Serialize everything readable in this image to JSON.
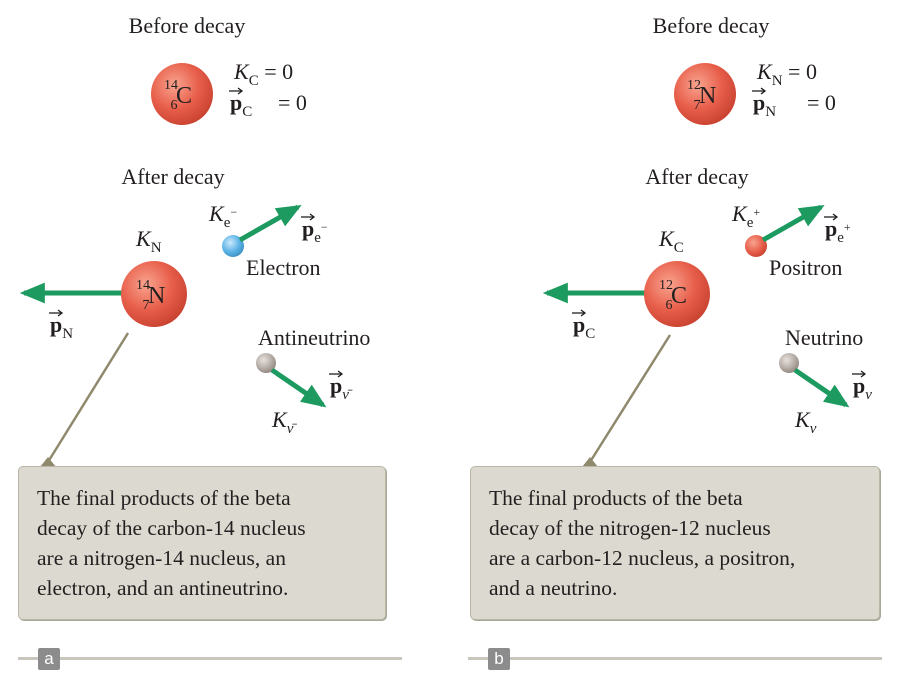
{
  "colors": {
    "arrow": "#1d9a5f",
    "nucleus": "#e8604c",
    "electron": "#5bb3e6",
    "positron": "#e8604c",
    "neutrino": "#b5aca6",
    "callout_fill": "#dcdad0",
    "callout_line": "#8f8a6e",
    "label_box": "#8c8c8c"
  },
  "panels": [
    {
      "label": "a",
      "before_title": "Before decay",
      "after_title": "After decay",
      "parent": {
        "mass": "14",
        "atomic": "6",
        "symbol": "C",
        "k_sub": "C",
        "k_val": "= 0",
        "p_sub": "C",
        "p_val": "= 0"
      },
      "daughter": {
        "mass": "14",
        "atomic": "7",
        "symbol": "N",
        "k_sub": "N",
        "p_sub": "N"
      },
      "lepton": {
        "name": "Electron",
        "sub": "e",
        "sup": "−",
        "color_key": "electron"
      },
      "neutrino": {
        "name": "Antineutrino",
        "symbol": "ν̄"
      },
      "caption": [
        "The final products of the beta",
        "decay of the carbon-14 nucleus",
        "are a nitrogen-14 nucleus, an",
        "electron, and an antineutrino."
      ]
    },
    {
      "label": "b",
      "before_title": "Before decay",
      "after_title": "After decay",
      "parent": {
        "mass": "12",
        "atomic": "7",
        "symbol": "N",
        "k_sub": "N",
        "k_val": "= 0",
        "p_sub": "N",
        "p_val": "= 0"
      },
      "daughter": {
        "mass": "12",
        "atomic": "6",
        "symbol": "C",
        "k_sub": "C",
        "p_sub": "C"
      },
      "lepton": {
        "name": "Positron",
        "sub": "e",
        "sup": "+",
        "color_key": "positron"
      },
      "neutrino": {
        "name": "Neutrino",
        "symbol": "ν"
      },
      "caption": [
        "The final products of the beta",
        "decay of the nitrogen-12 nucleus",
        "are a carbon-12 nucleus, a positron,",
        "and a neutrino."
      ]
    }
  ]
}
